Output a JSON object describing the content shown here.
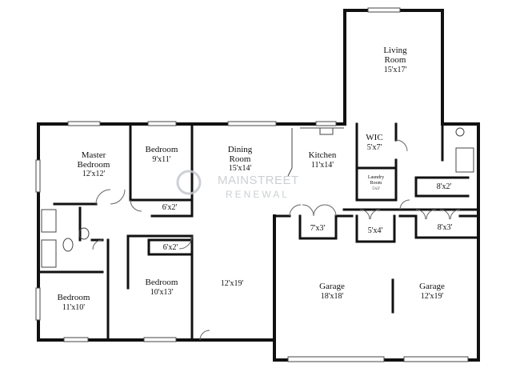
{
  "rooms": {
    "living": {
      "name_line1": "Living",
      "name_line2": "Room",
      "dims": "15'x17'"
    },
    "master": {
      "name_line1": "Master",
      "name_line2": "Bedroom",
      "dims": "12'x12'"
    },
    "bedroom_top": {
      "name": "Bedroom",
      "dims": "9'x11'"
    },
    "dining": {
      "name_line1": "Dining",
      "name_line2": "Room",
      "dims": "15'x14'"
    },
    "kitchen": {
      "name": "Kitchen",
      "dims": "11'x14'"
    },
    "wic": {
      "name": "WIC",
      "dims": "5'x7'"
    },
    "laundry": {
      "name_line1": "Laundry",
      "name_line2": "Room",
      "dims": "5'x3'"
    },
    "bedroom_bottom_left": {
      "name": "Bedroom",
      "dims": "11'x10'"
    },
    "bedroom_center": {
      "name": "Bedroom",
      "dims": "10'x13'"
    },
    "main_area": {
      "dims": "12'x19'"
    },
    "garage_left": {
      "name": "Garage",
      "dims": "18'x18'"
    },
    "garage_right": {
      "name": "Garage",
      "dims": "12'x19'"
    }
  },
  "closets": {
    "hall_closet": "6'x2'",
    "bedroom_closet": "6'x2'",
    "storage_left": "7'x3'",
    "storage_mid": "5'x4'",
    "storage_right": "8'x3'",
    "closet_right": "8'x2'"
  },
  "watermark": {
    "line1": "MAINSTREET",
    "line2": "RENEWAL"
  }
}
